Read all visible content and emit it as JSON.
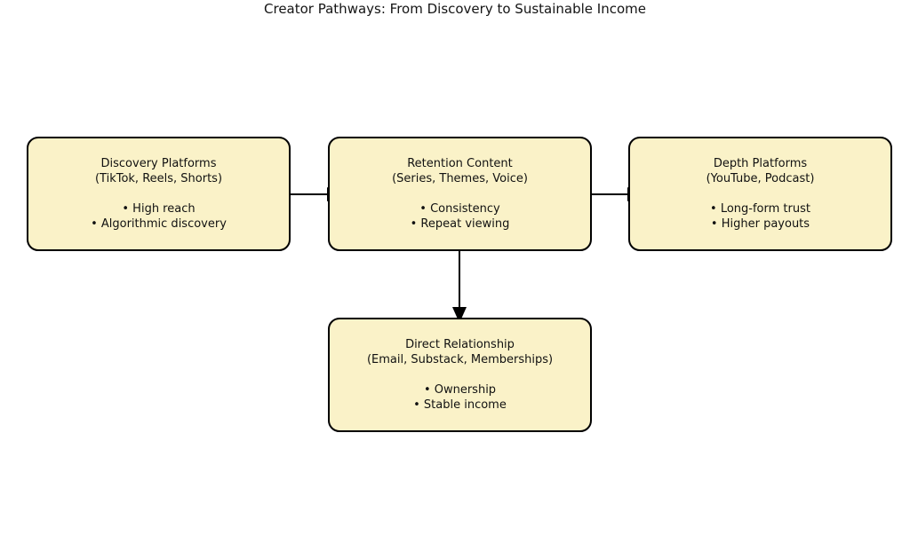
{
  "title": "Creator Pathways: From Discovery to Sustainable Income",
  "colors": {
    "background": "#FFFFFF",
    "node_fill": "#FAF2C8",
    "node_border": "#000000",
    "arrow": "#000000",
    "text": "#111111"
  },
  "nodes": [
    {
      "id": "discovery-platforms",
      "heading": "Discovery Platforms",
      "subheading": "(TikTok, Reels, Shorts)",
      "bullets": [
        "• High reach",
        "• Algorithmic discovery"
      ]
    },
    {
      "id": "retention-content",
      "heading": "Retention Content",
      "subheading": "(Series, Themes, Voice)",
      "bullets": [
        "• Consistency",
        "• Repeat viewing"
      ]
    },
    {
      "id": "depth-platforms",
      "heading": "Depth Platforms",
      "subheading": "(YouTube, Podcast)",
      "bullets": [
        "• Long-form trust",
        "• Higher payouts"
      ]
    },
    {
      "id": "direct-relationship",
      "heading": "Direct Relationship",
      "subheading": "(Email, Substack, Memberships)",
      "bullets": [
        "• Ownership",
        "• Stable income"
      ]
    }
  ],
  "arrows": [
    {
      "from": "discovery-platforms",
      "to": "retention-content",
      "direction": "right"
    },
    {
      "from": "retention-content",
      "to": "depth-platforms",
      "direction": "right"
    },
    {
      "from": "retention-content",
      "to": "direct-relationship",
      "direction": "down"
    }
  ]
}
